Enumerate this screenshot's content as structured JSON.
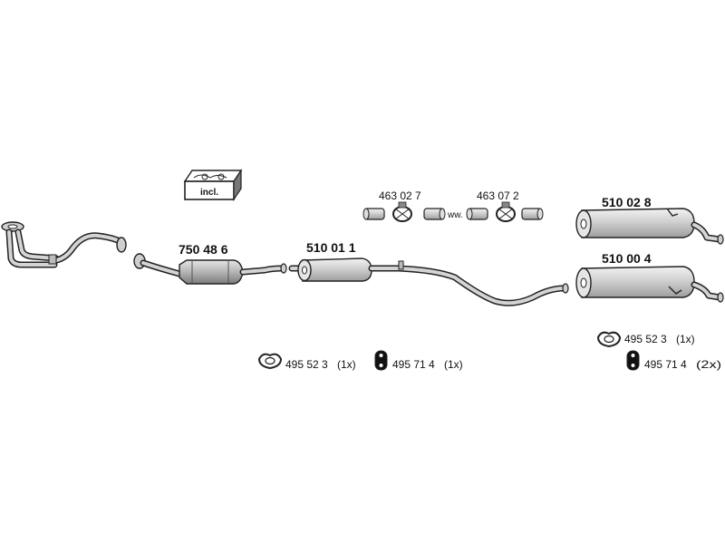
{
  "labels": {
    "kit_incl": "incl.",
    "catalyst": "750 48 6",
    "middle_silencer": "510 01 1",
    "clamp_a": "463 02 7",
    "clamp_b": "463 07 2",
    "connector_text": "ww.",
    "rear_silencer_a": "510 02 8",
    "rear_silencer_b": "510 00 4",
    "gasket_mid": "495 52 3",
    "gasket_mid_qty": "(1x)",
    "mount_mid": "495 71 4",
    "mount_mid_qty": "(1x)",
    "gasket_rear": "495 52 3",
    "gasket_rear_qty": "(1x)",
    "mount_rear": "495 71 4",
    "mount_rear_qty": "(2x)"
  },
  "colors": {
    "line": "#222222",
    "fill_light": "#d9d9d9",
    "fill_mid": "#b8b8b8",
    "background": "#ffffff"
  }
}
